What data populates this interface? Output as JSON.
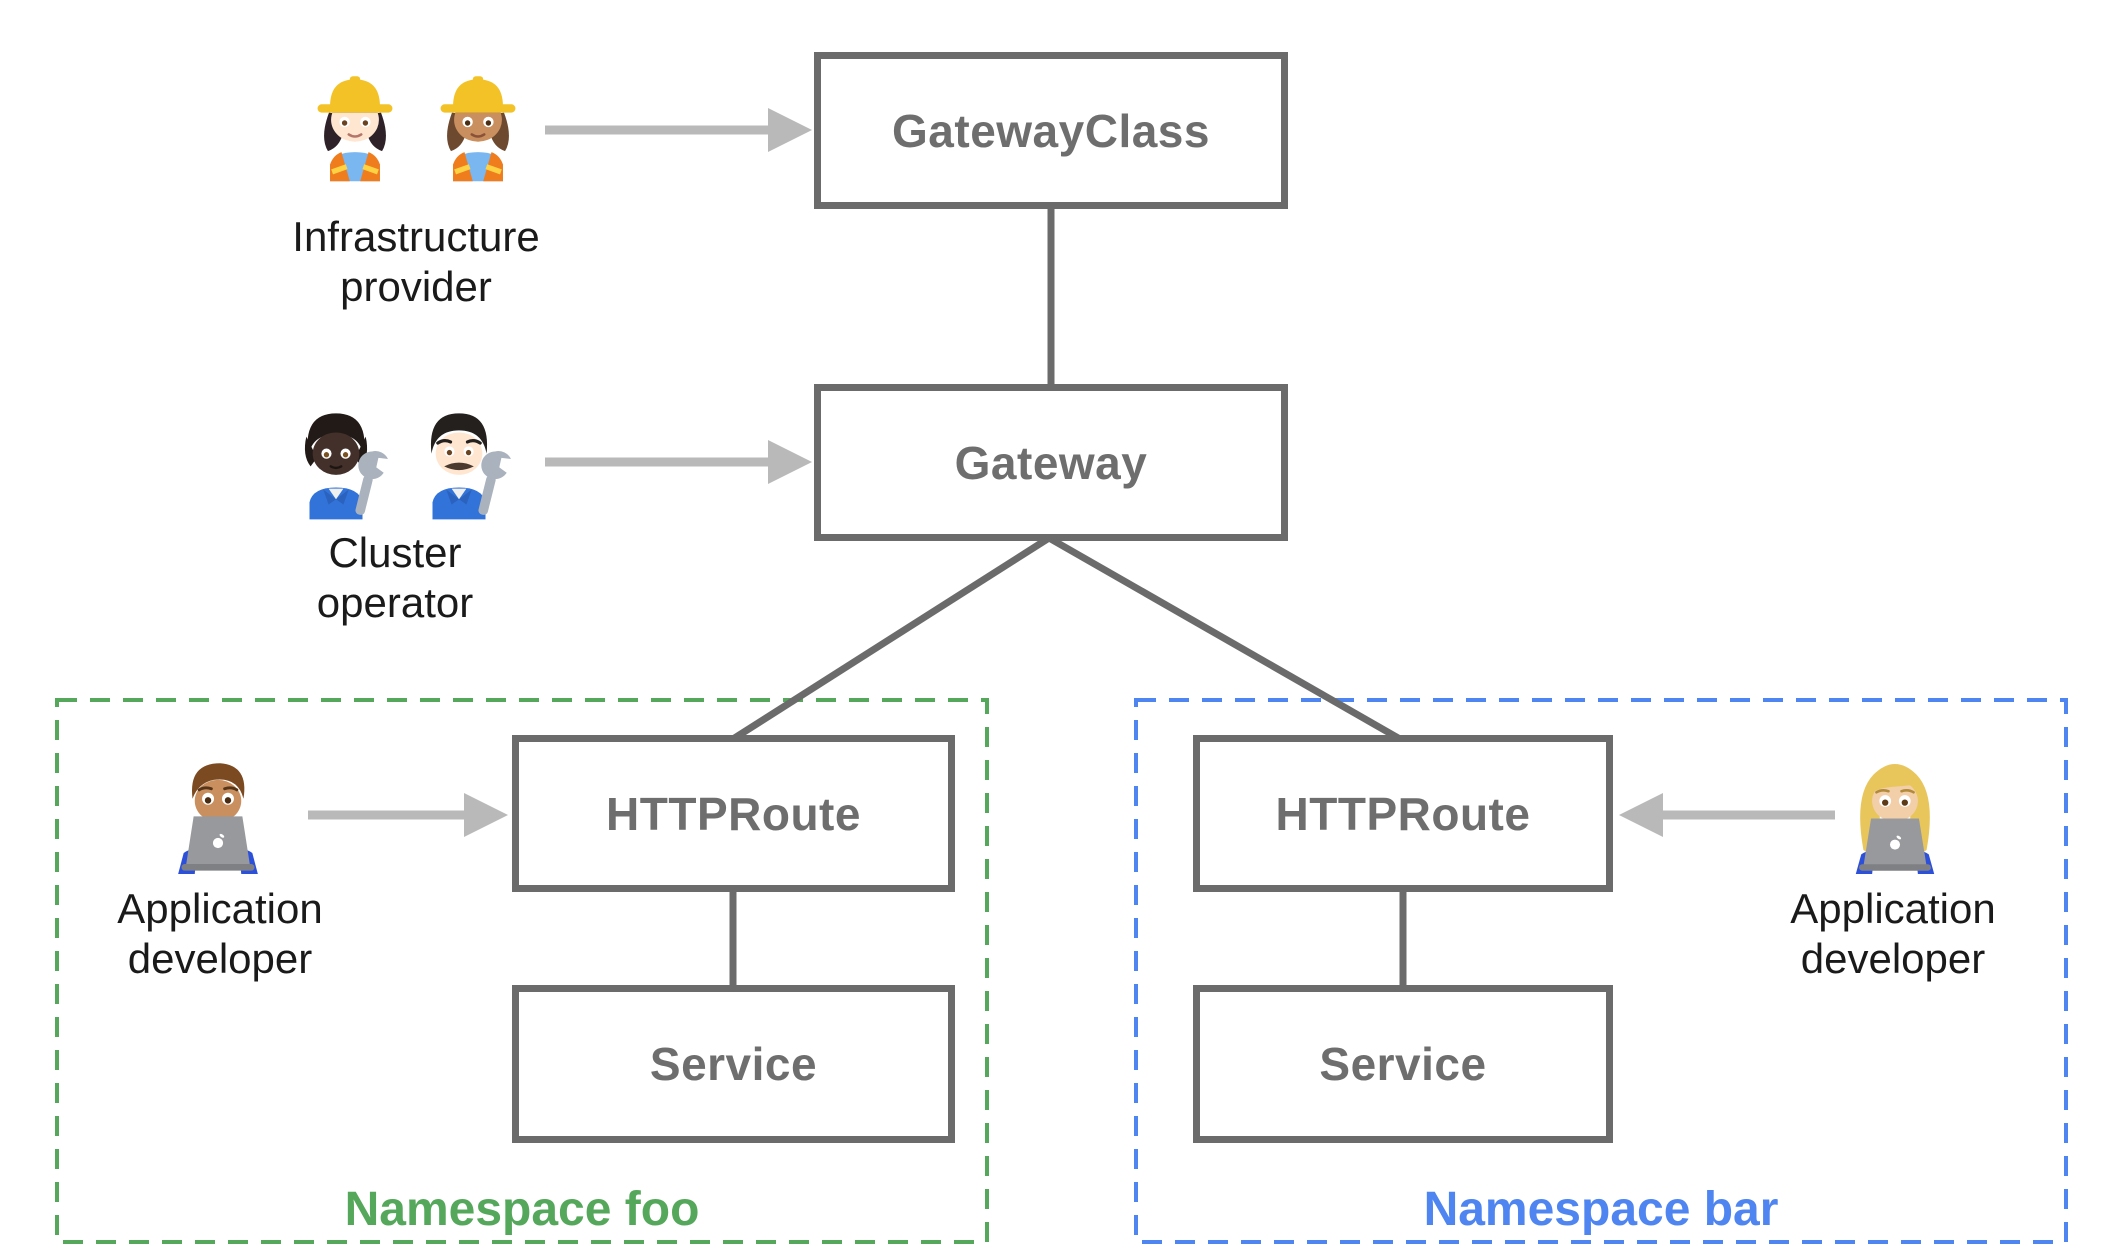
{
  "nodes": {
    "gatewayclass": "GatewayClass",
    "gateway": "Gateway",
    "httproute_foo": "HTTPRoute",
    "service_foo": "Service",
    "httproute_bar": "HTTPRoute",
    "service_bar": "Service"
  },
  "personas": {
    "infrastructure_provider": {
      "line1": "Infrastructure",
      "line2": "provider",
      "icons": [
        "woman-construction-worker-light-skin-icon",
        "woman-construction-worker-medium-skin-icon"
      ]
    },
    "cluster_operator": {
      "line1": "Cluster",
      "line2": "operator",
      "icons": [
        "mechanic-dark-skin-icon",
        "man-mechanic-light-skin-icon"
      ]
    },
    "application_developer_foo": {
      "line1": "Application",
      "line2": "developer",
      "icons": [
        "man-technologist-medium-skin-icon"
      ]
    },
    "application_developer_bar": {
      "line1": "Application",
      "line2": "developer",
      "icons": [
        "woman-technologist-light-skin-icon"
      ]
    }
  },
  "namespaces": {
    "foo": {
      "label": "Namespace foo",
      "color": "#55a85b"
    },
    "bar": {
      "label": "Namespace bar",
      "color": "#4e85f0"
    }
  },
  "colors": {
    "node_border": "#6b6b6b",
    "node_text": "#6e6e6e",
    "edge": "#6b6b6b",
    "arrow": "#b9b9b9",
    "persona_text": "#1a1a1a"
  }
}
